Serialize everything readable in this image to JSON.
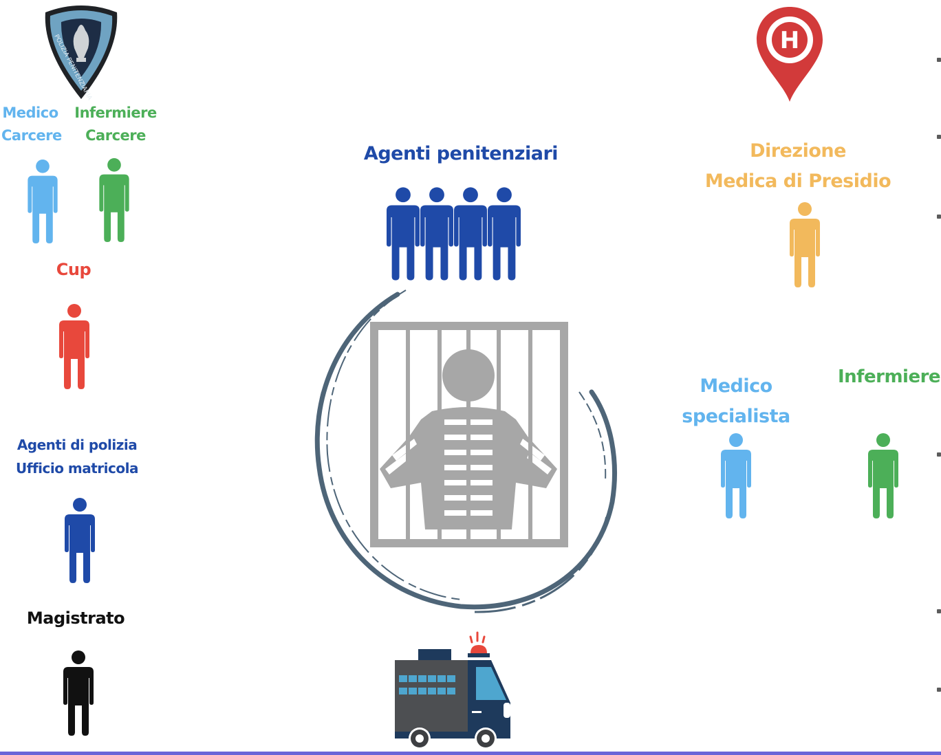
{
  "colors": {
    "light_blue": "#62b4ee",
    "green": "#4caf58",
    "red": "#e8483c",
    "dark_blue": "#1f4aa8",
    "black": "#111111",
    "orange": "#f2b95c",
    "gray": "#a7a7a7",
    "ring": "#4e6578"
  },
  "icons": {
    "badge": "polizia-penitenziaria-shield-icon",
    "hospital": "hospital-map-pin-icon",
    "cell": "prison-cell-icon",
    "van": "police-van-icon"
  },
  "badge_text": "POLIZIA PENITENZIARIA",
  "left": {
    "medico_carcere": [
      "Medico",
      "Carcere"
    ],
    "infermiere_carcere": [
      "Infermiere",
      "Carcere"
    ],
    "cup": "Cup",
    "agenti_polizia": [
      "Agenti di polizia",
      "Ufficio matricola"
    ],
    "magistrato": "Magistrato"
  },
  "center": {
    "agenti_penitenziari": "Agenti penitenziari"
  },
  "right": {
    "direzione": [
      "Direzione",
      "Medica di Presidio"
    ],
    "medico_specialista": [
      "Medico",
      "specialista"
    ],
    "infermiere": "Infermiere",
    "hospital_letter": "H"
  }
}
